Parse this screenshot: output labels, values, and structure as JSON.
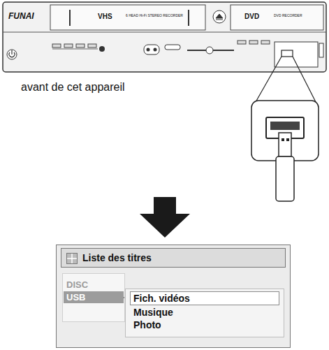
{
  "diagram": {
    "nodes": [
      {
        "text": [
          "Liste des titres"
        ]
      },
      {
        "text": [
          "DISC"
        ],
        "in": 0
      },
      {
        "text": [
          "USB"
        ],
        "in": 0
      },
      {
        "text": [
          "Fich. vidéos",
          "Musique",
          "Photo"
        ],
        "in": 0
      }
    ],
    "labels": [
      "FUNAI",
      "VHS",
      "6 HEAD Hi-Fi STEREO RECORDER",
      "DVD",
      "DVD RECORDER",
      "avant de cet appareil"
    ]
  }
}
